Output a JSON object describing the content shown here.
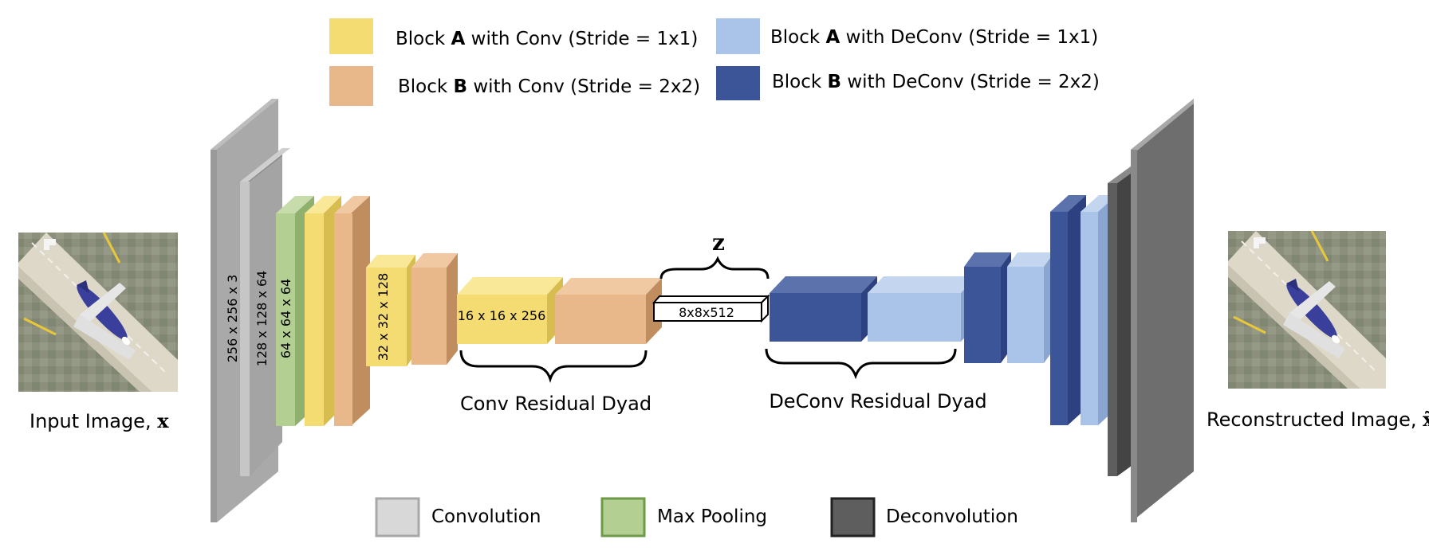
{
  "colors": {
    "block_a_conv": "#f5dc72",
    "block_b_conv": "#e8b78a",
    "block_a_deconv": "#aac3e8",
    "block_b_deconv": "#3c5598",
    "convolution": "#d8d8d8",
    "max_pooling": "#b3cf92",
    "deconvolution": "#5e5e5e",
    "conv_layer_gray": "#a9a9a9",
    "deconv_layer_gray": "#7a7a7a"
  },
  "legend_top": [
    {
      "key": "block_a_conv",
      "pre": "Block ",
      "bold": "A",
      "post": " with Conv (Stride = 1x1)"
    },
    {
      "key": "block_b_conv",
      "pre": "Block ",
      "bold": "B",
      "post": " with Conv (Stride = 2x2)"
    },
    {
      "key": "block_a_deconv",
      "pre": "Block ",
      "bold": "A",
      "post": " with DeConv (Stride = 1x1)"
    },
    {
      "key": "block_b_deconv",
      "pre": "Block ",
      "bold": "B",
      "post": " with DeConv (Stride = 2x2)"
    }
  ],
  "legend_bottom": [
    {
      "key": "convolution",
      "label": "Convolution"
    },
    {
      "key": "max_pooling",
      "label": "Max Pooling"
    },
    {
      "key": "deconvolution",
      "label": "Deconvolution"
    }
  ],
  "input_label": {
    "text": "Input Image, ",
    "symbol": "x"
  },
  "output_label": {
    "text": "Reconstructed Image, ",
    "symbol": "x̃"
  },
  "dim_labels": {
    "d256": "256 x 256 x 3",
    "d128": "128 x 128 x 64",
    "d64": "64 x 64 x 64",
    "d32": "32 x 32 x 128",
    "d16": "16 x 16 x 256",
    "d8": "8x8x512"
  },
  "latent_label": "z",
  "conv_dyad_label": "Conv Residual Dyad",
  "deconv_dyad_label": "DeConv Residual Dyad",
  "input_image": "aerial photo of an airplane on a runway",
  "output_image": "aerial photo of an airplane on a runway"
}
